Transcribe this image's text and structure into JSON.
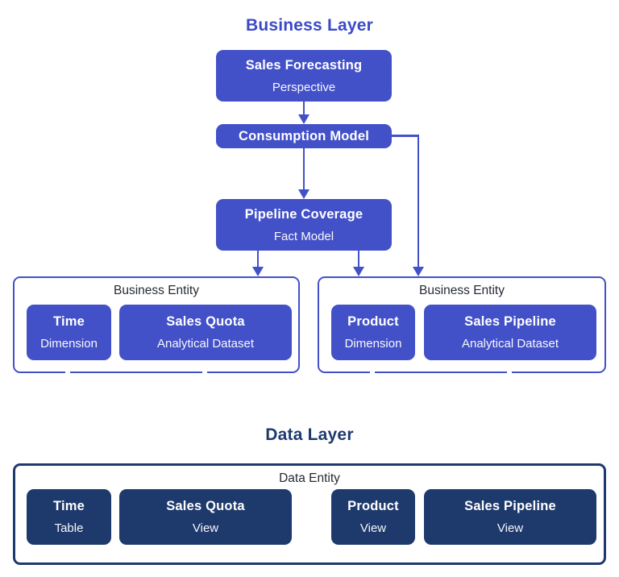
{
  "colors": {
    "business_blue": "#4351C8",
    "data_navy": "#1E3A6C",
    "business_title": "#3B4AC6",
    "entity_label_text": "#262B33",
    "node_text": "#FFFFFF",
    "background": "#FFFFFF"
  },
  "business_layer": {
    "title": "Business Layer",
    "perspective": {
      "name": "Sales Forecasting",
      "type": "Perspective"
    },
    "consumption_model": {
      "name": "Consumption Model"
    },
    "fact_model": {
      "name": "Pipeline Coverage",
      "type": "Fact Model"
    },
    "entities": [
      {
        "label": "Business Entity",
        "boxes": [
          {
            "name": "Time",
            "type": "Dimension"
          },
          {
            "name": "Sales Quota",
            "type": "Analytical Dataset"
          }
        ]
      },
      {
        "label": "Business Entity",
        "boxes": [
          {
            "name": "Product",
            "type": "Dimension"
          },
          {
            "name": "Sales Pipeline",
            "type": "Analytical Dataset"
          }
        ]
      }
    ]
  },
  "data_layer": {
    "title": "Data Layer",
    "entity": {
      "label": "Data Entity",
      "boxes": [
        {
          "name": "Time",
          "type": "Table"
        },
        {
          "name": "Sales Quota",
          "type": "View"
        },
        {
          "name": "Product",
          "type": "View"
        },
        {
          "name": "Sales Pipeline",
          "type": "View"
        }
      ]
    }
  }
}
